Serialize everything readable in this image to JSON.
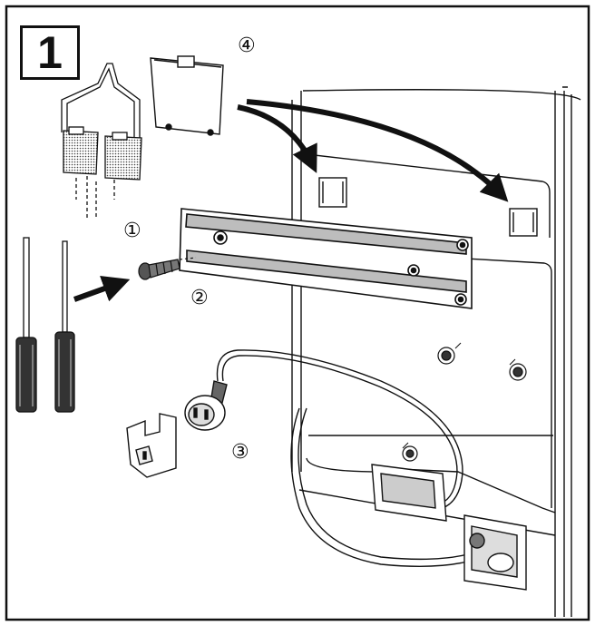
{
  "figure": {
    "step_number": "1",
    "callouts": {
      "one": "①",
      "two": "②",
      "three": "③",
      "four": "④"
    }
  },
  "colors": {
    "ink": "#111111",
    "paper": "#ffffff",
    "shade": "#9a9a9a"
  },
  "icons": [
    "screwdriver-icon",
    "screw-icon",
    "power-plug-icon",
    "bracket-icon",
    "cover-panel-icon",
    "curved-arrow-icon"
  ]
}
